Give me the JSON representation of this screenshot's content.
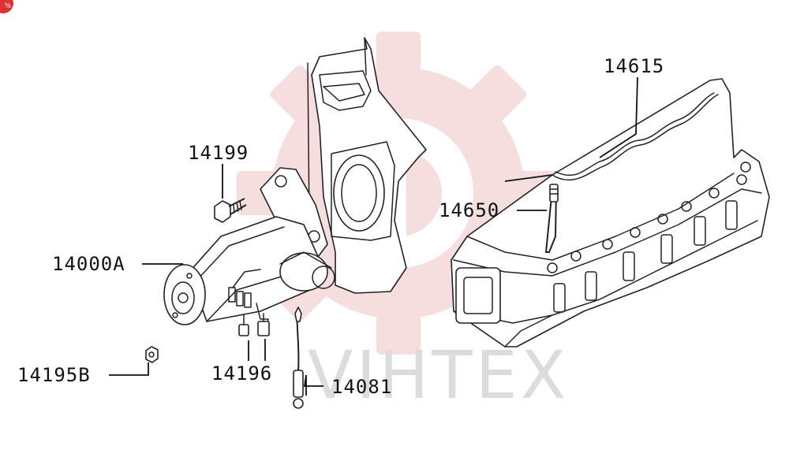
{
  "watermark": {
    "text": "VIHTEX",
    "color": "#f2c4c4"
  },
  "badge": {
    "text": "%"
  },
  "parts": [
    {
      "id": "14615",
      "label": "14615"
    },
    {
      "id": "14199",
      "label": "14199"
    },
    {
      "id": "14650",
      "label": "14650"
    },
    {
      "id": "14000A",
      "label": "14000A"
    },
    {
      "id": "14195B",
      "label": "14195B"
    },
    {
      "id": "14196",
      "label": "14196"
    },
    {
      "id": "14081",
      "label": "14081"
    }
  ]
}
